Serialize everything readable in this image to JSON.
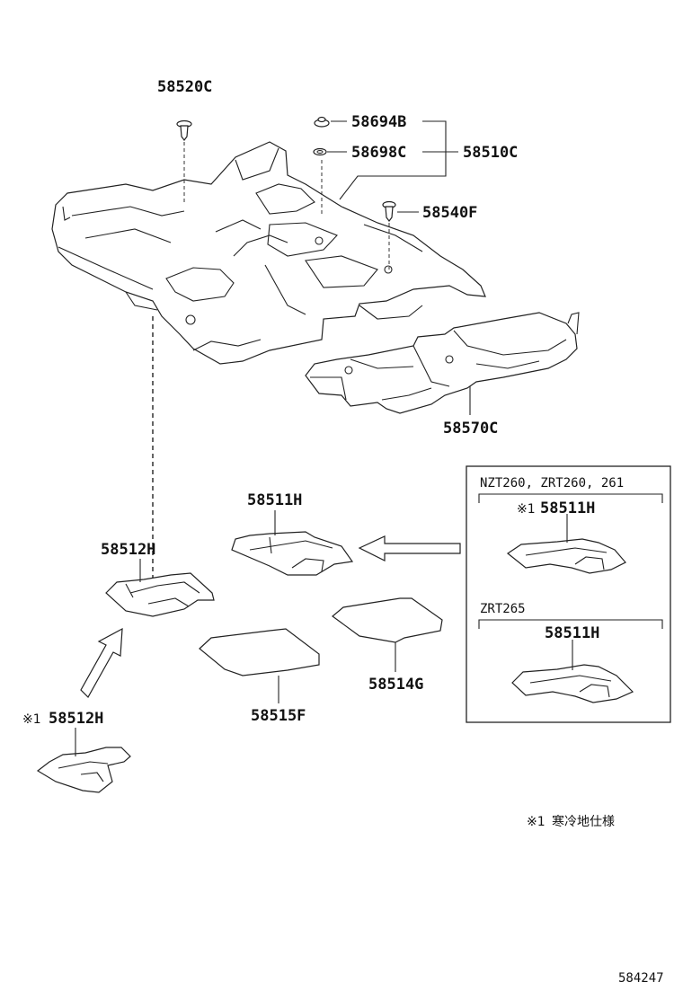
{
  "parts": {
    "clip_top": "58520C",
    "grommet_1": "58694B",
    "grommet_2": "58698C",
    "carpet_assy": "58510C",
    "clip_right": "58540F",
    "rear_carpet": "58570C",
    "mat_58511": "58511H",
    "mat_58512": "58512H",
    "mat_58512_alt": "58512H",
    "mat_58515": "58515F",
    "mat_58514": "58514G"
  },
  "inset": {
    "group1_label": "NZT260, ZRT260, 261",
    "group1_part": "58511H",
    "group1_mark": "※1",
    "group2_label": "ZRT265",
    "group2_part": "58511H"
  },
  "marks": {
    "mat_58512_alt_mark": "※1"
  },
  "footnote": {
    "mark": "※1",
    "text": "寒冷地仕様"
  },
  "diagram_code": "584247"
}
